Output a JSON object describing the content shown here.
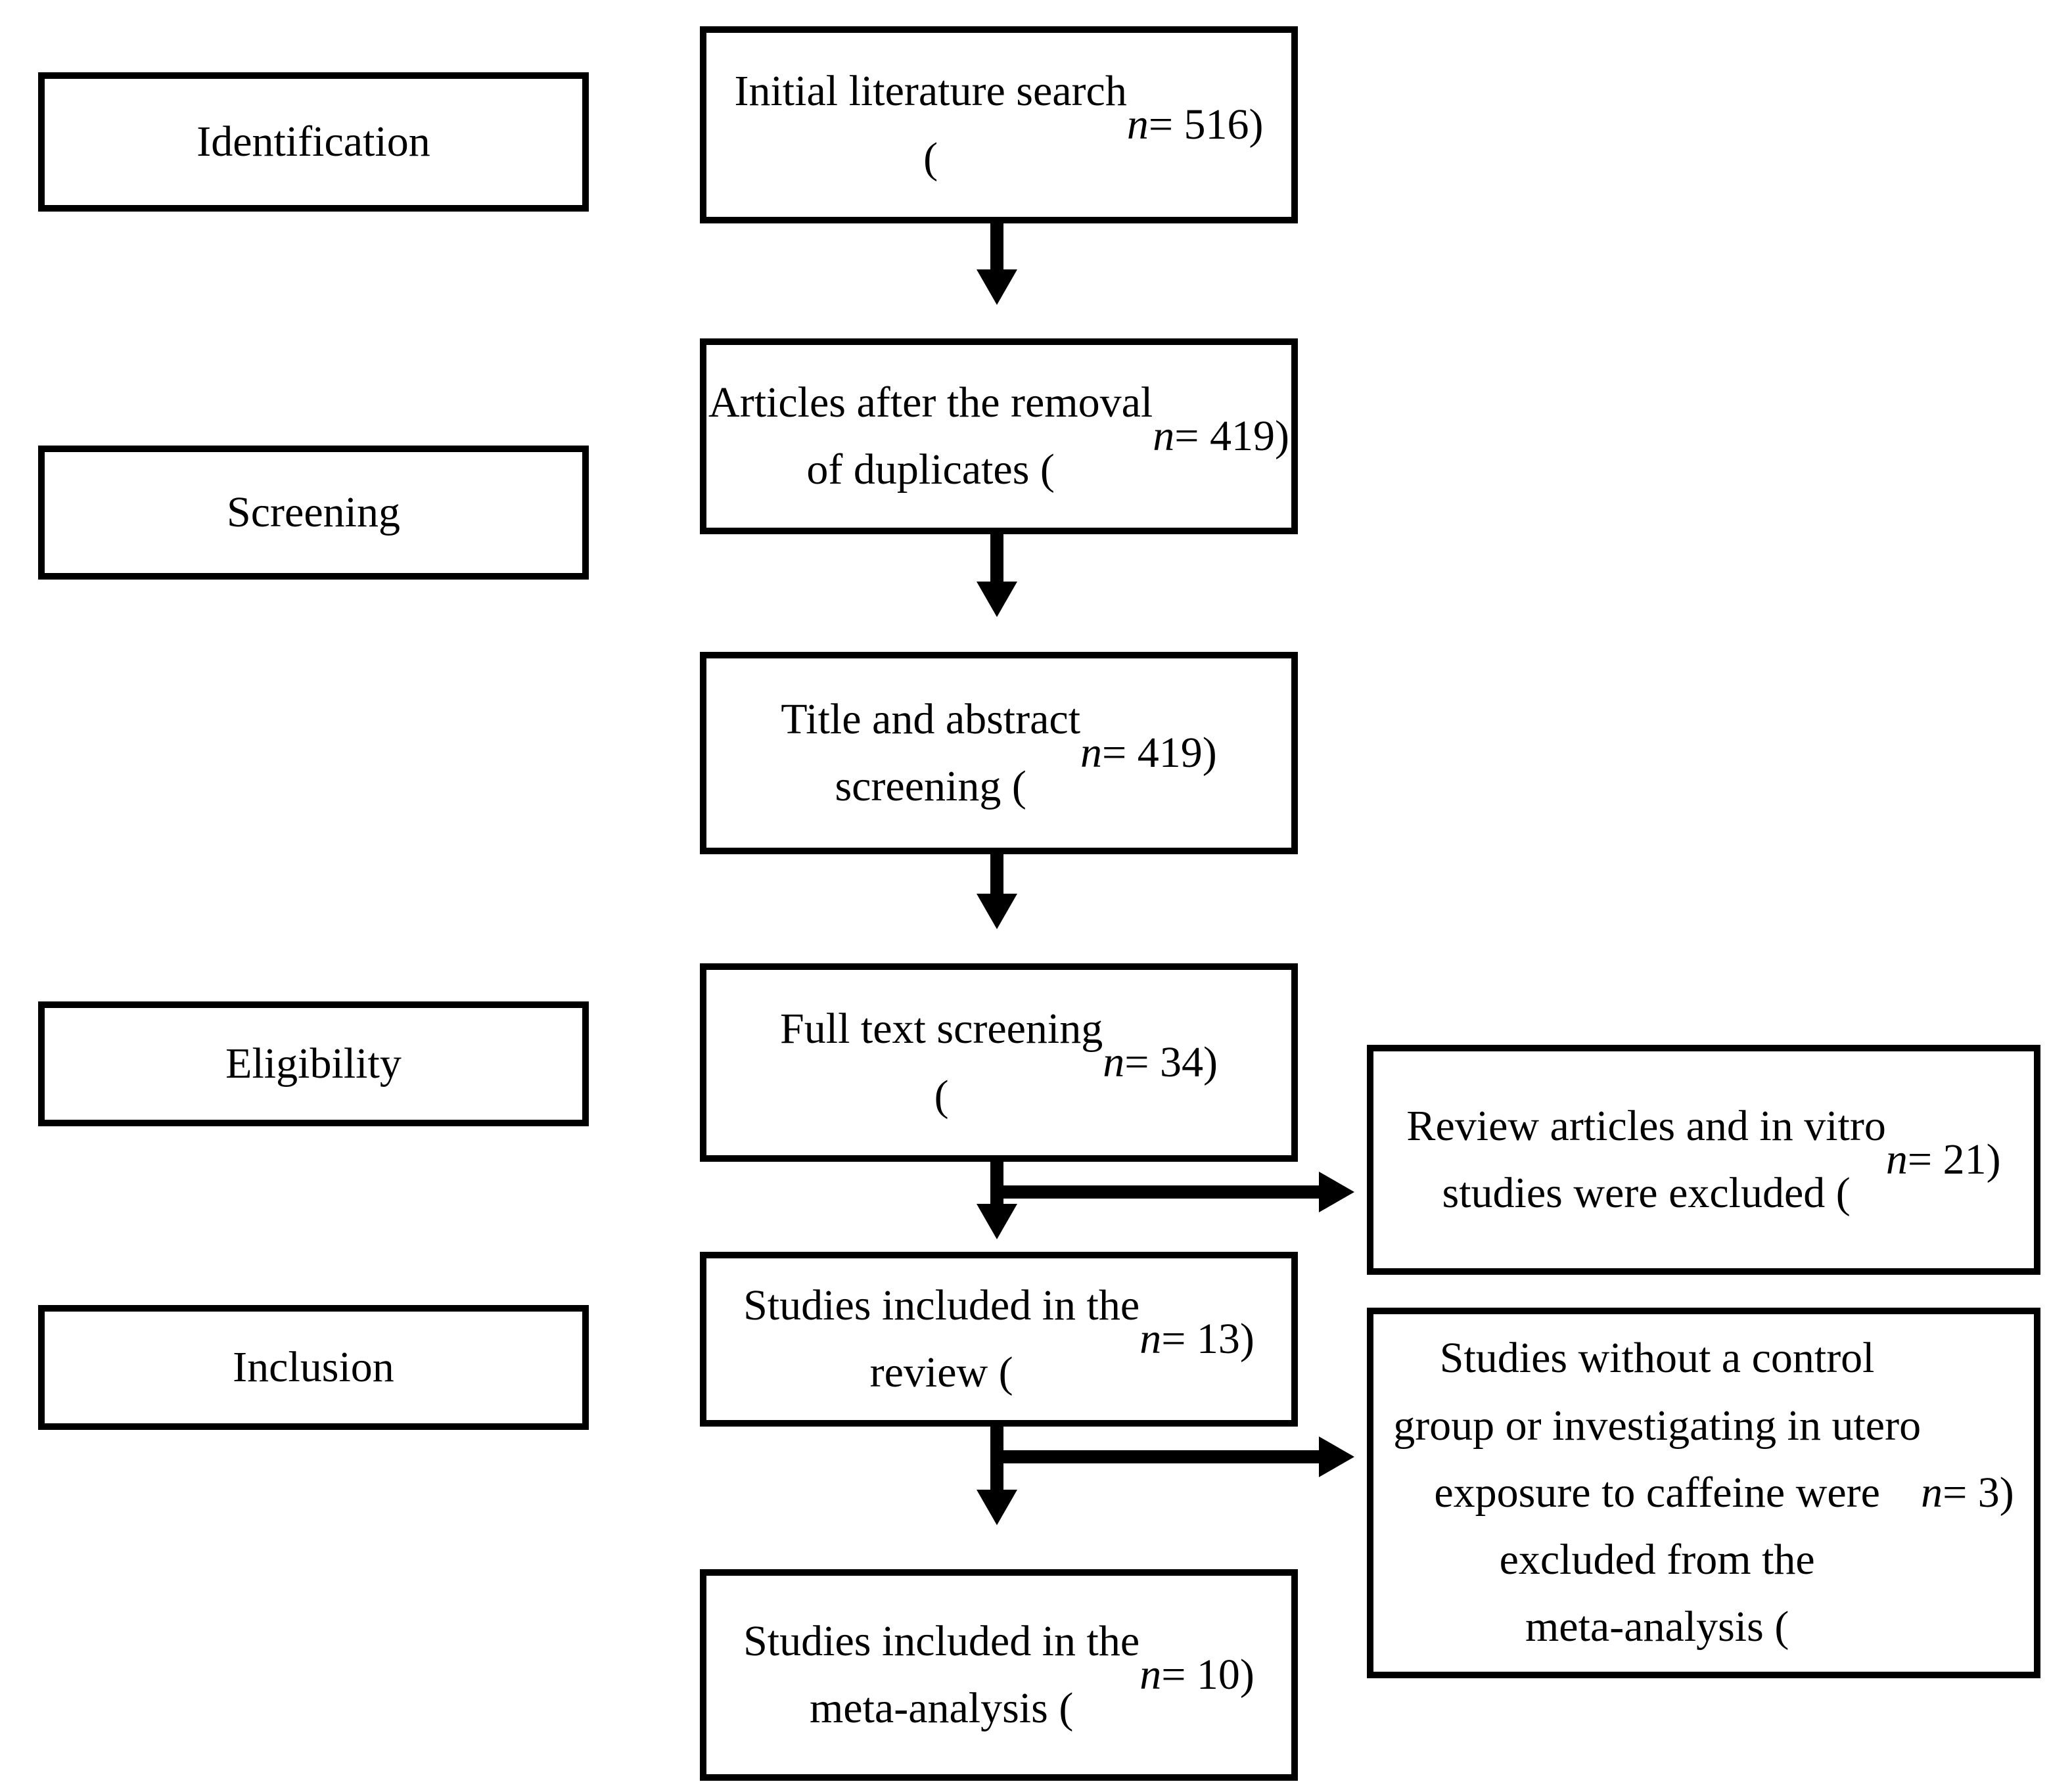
{
  "colors": {
    "background": "#ffffff",
    "border": "#000000",
    "text": "#000000",
    "arrow": "#000000"
  },
  "stages": [
    {
      "label": "Identification"
    },
    {
      "label": "Screening"
    },
    {
      "label": "Eligibility"
    },
    {
      "label": "Inclusion"
    }
  ],
  "flow_boxes": [
    {
      "text": "Initial literature search\n(*n* = 516)",
      "n": 516
    },
    {
      "text": "Articles after the removal\nof duplicates (*n* = 419)",
      "n": 419
    },
    {
      "text": "Title and abstract\nscreening (*n* = 419)",
      "n": 419
    },
    {
      "text": "Full text screening\n(*n* = 34)",
      "n": 34
    },
    {
      "text": "Studies included in the\nreview (*n* = 13)",
      "n": 13
    },
    {
      "text": "Studies included in the\nmeta-analysis (*n* = 10)",
      "n": 10
    }
  ],
  "exclusion_boxes": [
    {
      "text": "Review articles and in vitro\nstudies were excluded (*n* = 21)",
      "n": 21
    },
    {
      "text": "Studies without a control\ngroup or investigating in utero\nexposure to caffeine were\nexcluded from the\nmeta-analysis (*n* = 3)",
      "n": 3
    }
  ]
}
